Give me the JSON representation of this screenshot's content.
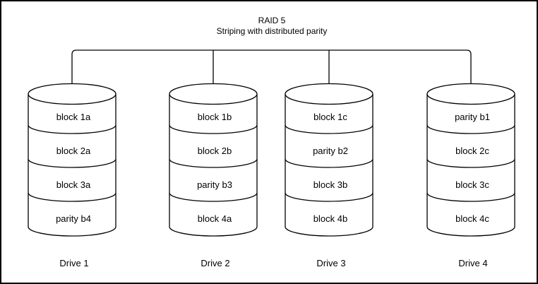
{
  "diagram": {
    "title": "RAID 5",
    "subtitle": "Striping with distributed parity",
    "colors": {
      "line": "#000000",
      "text": "#000000",
      "background": "#ffffff"
    },
    "drives": [
      {
        "name": "Drive 1",
        "blocks": [
          "block 1a",
          "block 2a",
          "block 3a",
          "parity b4"
        ]
      },
      {
        "name": "Drive 2",
        "blocks": [
          "block 1b",
          "block 2b",
          "parity b3",
          "block 4a"
        ]
      },
      {
        "name": "Drive 3",
        "blocks": [
          "block 1c",
          "parity b2",
          "block 3b",
          "block 4b"
        ]
      },
      {
        "name": "Drive 4",
        "blocks": [
          "parity b1",
          "block 2c",
          "block 3c",
          "block 4c"
        ]
      }
    ]
  }
}
